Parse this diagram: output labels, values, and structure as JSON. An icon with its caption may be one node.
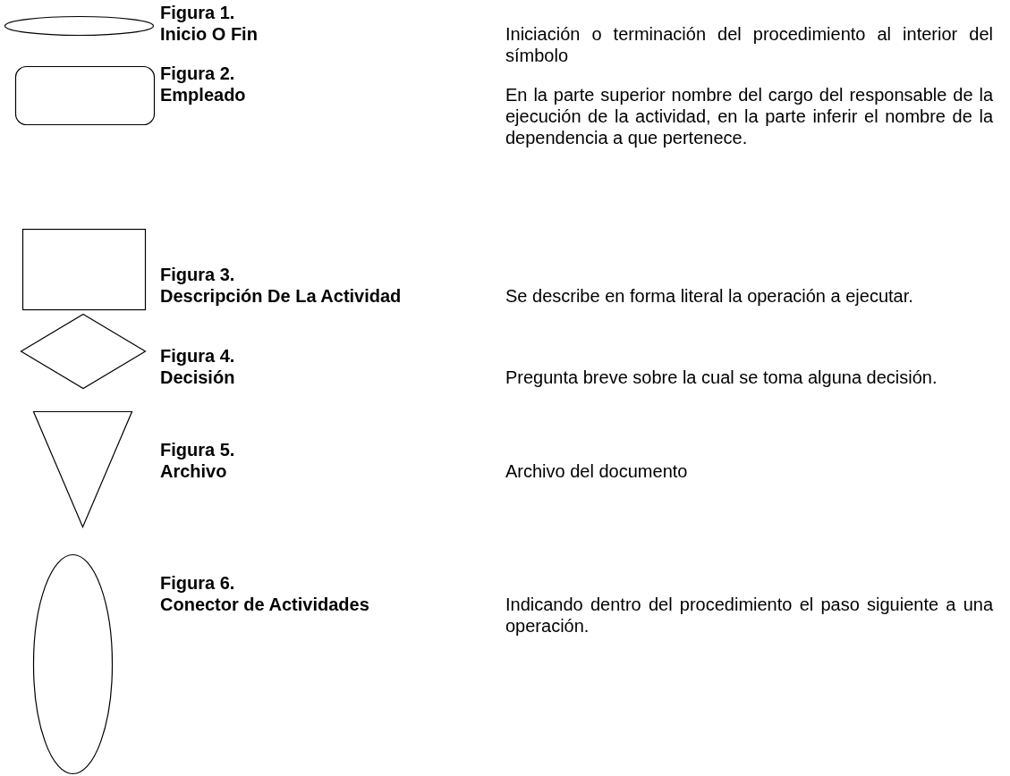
{
  "diagram": {
    "nodes": [
      {
        "text": [],
        "shape": "ellipse"
      },
      {
        "text": [],
        "shape": "box"
      },
      {
        "text": [],
        "shape": "box"
      },
      {
        "text": [],
        "shape": "diamond"
      },
      {
        "text": [],
        "shape": "triangle"
      },
      {
        "text": [],
        "shape": "ellipse"
      }
    ],
    "edges": [],
    "labels": [
      "Figura 1.",
      "Inicio O Fin",
      "Iniciación o terminación del procedimiento al interior del símbolo",
      "Figura 2.",
      "Empleado",
      "En la parte superior nombre del cargo del responsable de la ejecución de la actividad, en la parte inferir el nombre de la dependencia a que pertenece.",
      "Figura 3.",
      "Descripción De La Actividad",
      "Se describe en forma literal la operación a ejecutar.",
      "Figura 4.",
      "Decisión",
      "Pregunta breve sobre la cual se toma alguna decisión.",
      "Figura 5.",
      "Archivo",
      "Archivo del documento",
      "Figura 6.",
      "Conector de Actividades",
      "Indicando dentro del procedimiento el paso siguiente a una operación."
    ]
  }
}
